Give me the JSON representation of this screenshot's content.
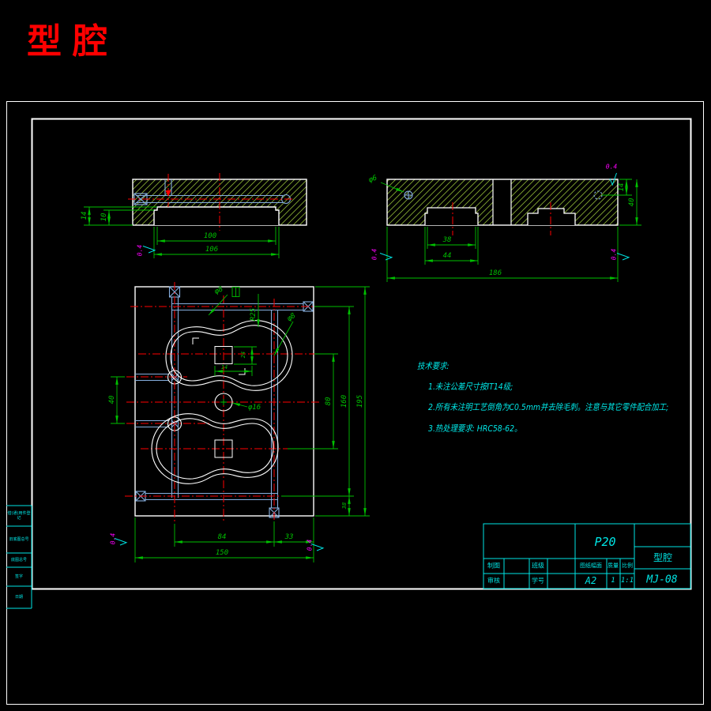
{
  "page_title": "型腔",
  "colors": {
    "title_red": "#ff0000",
    "dim_green": "#00c000",
    "hatch_green": "#84a832",
    "channel_blue": "#86aede",
    "centerline_red": "#ff0000",
    "annotation_cyan": "#00e5e5",
    "finish_magenta": "#ff00ff"
  },
  "tech_requirements": {
    "heading": "技术要求:",
    "item1": "1.未注公差尺寸按IT14级;",
    "item2": "2.所有未注明工艺倒角为C0.5mm并去除毛刺。注意与其它零件配合加工;",
    "item3": "3.热处理要求: HRC58-62。"
  },
  "title_block": {
    "material": "P20",
    "part_name": "型腔",
    "drawing_no": "MJ-08",
    "label_draw": "制图",
    "label_check": "审核",
    "label_class": "班级",
    "label_student_no": "学号",
    "label_sheet_size": "图纸幅面",
    "label_mass": "质量",
    "label_scale": "比例",
    "sheet_size": "A2",
    "mass": "1",
    "scale": "1:1"
  },
  "border_strip": {
    "cell1": "借(通)用件登记",
    "cell2": "旧底图总号",
    "cell3": "底图总号",
    "cell4": "签字",
    "cell5": "日期"
  },
  "section_left": {
    "dim_depth_outer": "14",
    "dim_depth_inner": "10",
    "dim_pocket_width": "100",
    "dim_pocket_width_outer": "106",
    "finish": "0.4"
  },
  "section_right": {
    "leader_channel": "φ6",
    "finish_top": "0.4",
    "dim_channel_depth": "14",
    "dim_thickness": "40",
    "dim_pocket_width": "38",
    "dim_pocket_width_outer": "44",
    "dim_overall_width": "186",
    "finish_bottom_left": "0.4",
    "finish_bottom_right": "0.4"
  },
  "plan": {
    "leader_channel_top": "φ8",
    "leader_sole_radius": "R25",
    "leader_channel_right": "φ8",
    "leader_sprue": "φ16",
    "dim_insert_height": "24",
    "dim_insert_width": "14",
    "dim_stub_spacing": "40",
    "dim_cavity_spacing": "80",
    "dim_channel_span": "160",
    "dim_plate_height": "195",
    "dim_bottom_channel_offset": "38",
    "dim_channel_width": "84",
    "dim_right_margin": "33",
    "dim_plate_width": "150",
    "finish_left": "0.4",
    "finish_right": "0.4"
  }
}
